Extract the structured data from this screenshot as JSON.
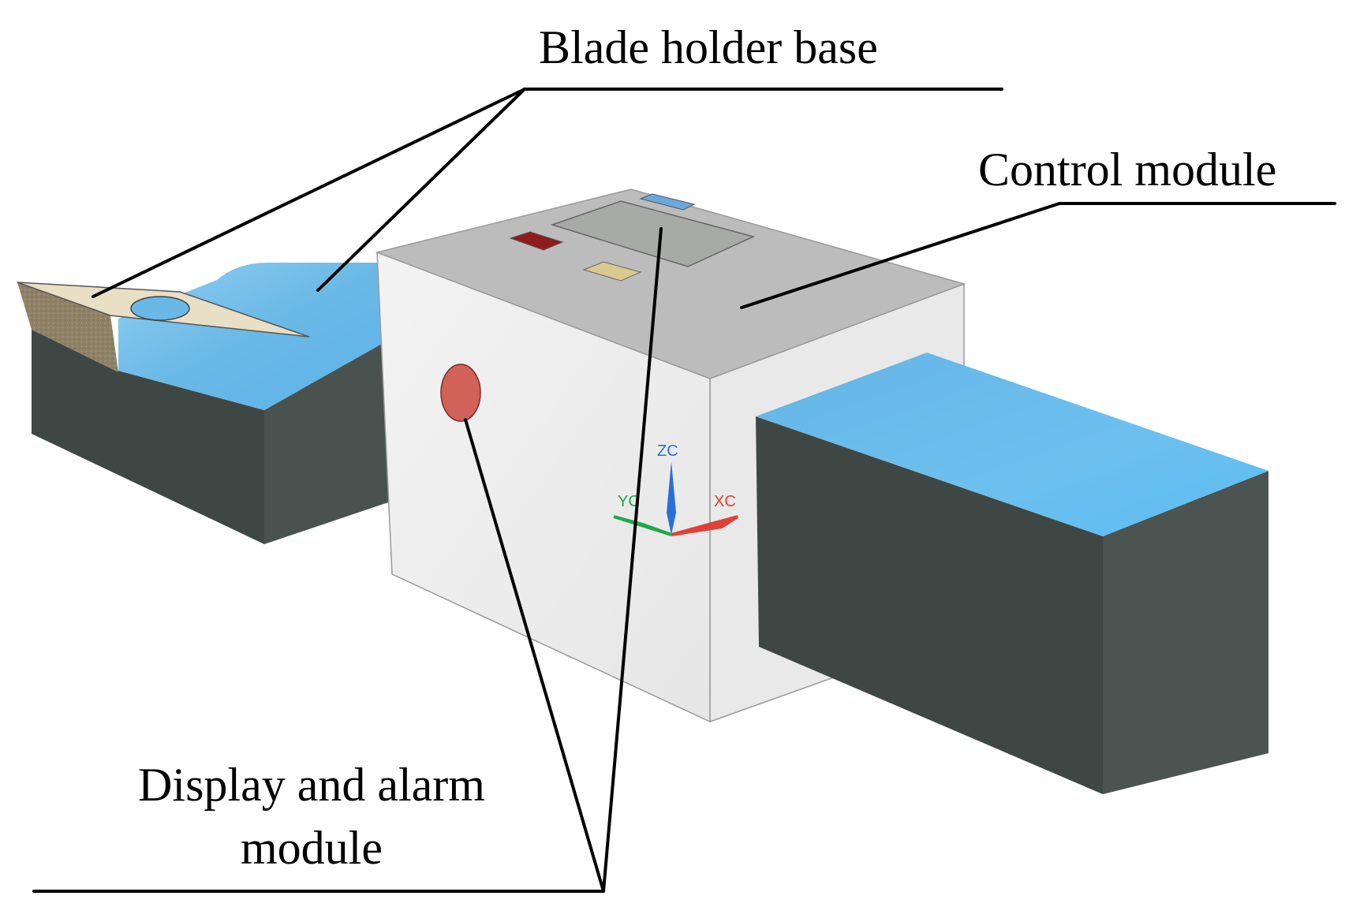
{
  "labels": {
    "blade_holder_base": "Blade holder base",
    "control_module": "Control module",
    "display_alarm_line1": "Display and alarm",
    "display_alarm_line2": "module"
  },
  "axes": {
    "z": "ZC",
    "y": "YC",
    "x": "XC"
  },
  "colors": {
    "leader_line": "#000000",
    "dark_face": "#434c49",
    "blue_face": "#6ab8e6",
    "housing_light": "#efefef",
    "housing_top": "#bfbfbf",
    "insert": "#e6dcc2",
    "alarm_red": "#d0625a",
    "axis_z": "#2a6fd6",
    "axis_y": "#22a84a",
    "axis_x": "#e0403a"
  }
}
